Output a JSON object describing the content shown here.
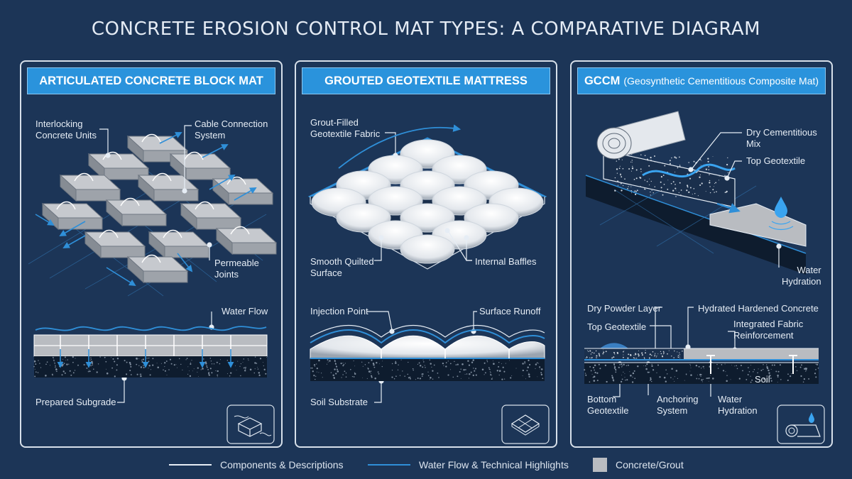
{
  "title": "CONCRETE EROSION CONTROL MAT TYPES: A COMPARATIVE DIAGRAM",
  "colors": {
    "background": "#1c3557",
    "banner": "#2a93dc",
    "water_flow": "#2f8fd8",
    "concrete": "#b9bcc1",
    "outline": "#d7e0ea"
  },
  "panels": [
    {
      "heading": "ARTICULATED CONCRETE BLOCK MAT",
      "labels": {
        "interlocking_units": "Interlocking\nConcrete Units",
        "cable_system": "Cable Connection\nSystem",
        "permeable_joints": "Permeable\nJoints",
        "water_flow": "Water Flow",
        "prepared_subgrade": "Prepared Subgrade"
      },
      "icon": "block-mat-icon"
    },
    {
      "heading": "GROUTED GEOTEXTILE MATTRESS",
      "labels": {
        "grout_fabric": "Grout-Filled\nGeotextile Fabric",
        "smooth_surface": "Smooth Quilted\nSurface",
        "internal_baffles": "Internal Baffles",
        "injection_point": "Injection Point",
        "surface_runoff": "Surface Runoff",
        "soil_substrate": "Soil Substrate"
      },
      "icon": "quilted-mattress-icon"
    },
    {
      "heading": "GCCM",
      "heading_sub": "(Geosynthetic Cementitious Composite Mat)",
      "labels": {
        "dry_mix": "Dry Cementitious\nMix",
        "top_geotextile_top": "Top Geotextile",
        "water_hydration_top": "Water\nHydration",
        "dry_powder": "Dry Powder Layer",
        "hydrated_concrete": "Hydrated Hardened Concrete",
        "top_geotextile": "Top Geotextile",
        "fabric_reinforcement": "Integrated Fabric\nReinforcement",
        "soil": "Soil",
        "bottom_geotextile": "Bottom\nGeotextile",
        "anchoring_system": "Anchoring\nSystem",
        "water_hydration": "Water\nHydration"
      },
      "icon": "rolled-mat-icon"
    }
  ],
  "legend": [
    {
      "label": "Components & Descriptions"
    },
    {
      "label": "Water Flow & Technical Highlights"
    },
    {
      "label": "Concrete/Grout"
    }
  ]
}
